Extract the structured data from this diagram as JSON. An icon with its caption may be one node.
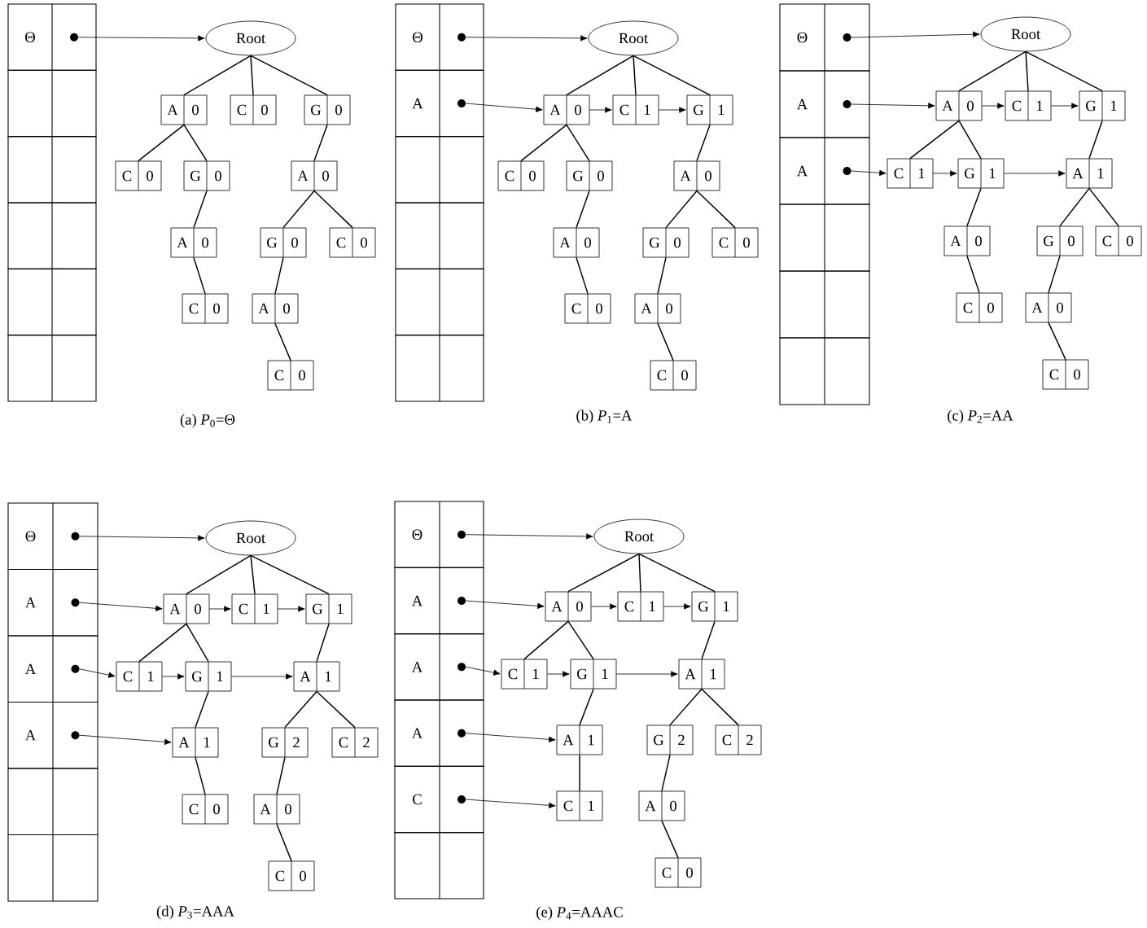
{
  "diagram": {
    "nodes": [
      {
        "text": [
          "Θ"
        ]
      },
      {
        "text": [],
        "shape": "box"
      },
      {
        "text": [],
        "shape": "box"
      },
      {
        "text": [],
        "shape": "box"
      },
      {
        "text": [],
        "shape": "box"
      },
      {
        "text": [],
        "shape": "box"
      },
      {
        "text": [
          "Root"
        ]
      },
      {
        "text": [
          "A",
          "0"
        ]
      },
      {
        "text": [
          "C",
          "0"
        ]
      },
      {
        "text": [
          "G",
          "0"
        ]
      },
      {
        "text": [
          "C",
          "0"
        ]
      },
      {
        "text": [
          "G",
          "0"
        ]
      },
      {
        "text": [
          "A",
          "0"
        ]
      },
      {
        "text": [
          "A",
          "0"
        ]
      },
      {
        "text": [
          "G",
          "0"
        ]
      },
      {
        "text": [
          "C",
          "0"
        ]
      },
      {
        "text": [
          "C",
          "0"
        ]
      },
      {
        "text": [
          "A",
          "0"
        ]
      },
      {
        "text": [
          "C",
          "0"
        ]
      },
      {
        "text": [
          "Θ"
        ]
      },
      {
        "text": [
          "A"
        ]
      },
      {
        "text": [],
        "shape": "box"
      },
      {
        "text": [],
        "shape": "box"
      },
      {
        "text": [],
        "shape": "box"
      },
      {
        "text": [],
        "shape": "box"
      },
      {
        "text": [
          "Root"
        ]
      },
      {
        "text": [
          "A",
          "0"
        ]
      },
      {
        "text": [
          "C",
          "1"
        ]
      },
      {
        "text": [
          "G",
          "1"
        ]
      },
      {
        "text": [
          "C",
          "0"
        ]
      },
      {
        "text": [
          "G",
          "0"
        ]
      },
      {
        "text": [
          "A",
          "0"
        ]
      },
      {
        "text": [
          "A",
          "0"
        ]
      },
      {
        "text": [
          "G",
          "0"
        ]
      },
      {
        "text": [
          "C",
          "0"
        ]
      },
      {
        "text": [
          "C",
          "0"
        ]
      },
      {
        "text": [
          "A",
          "0"
        ]
      },
      {
        "text": [
          "C",
          "0"
        ]
      },
      {
        "text": [
          "Θ"
        ]
      },
      {
        "text": [
          "A"
        ]
      },
      {
        "text": [
          "A"
        ]
      },
      {
        "text": [],
        "shape": "box"
      },
      {
        "text": [],
        "shape": "box"
      },
      {
        "text": [],
        "shape": "box"
      },
      {
        "text": [
          "Root"
        ]
      },
      {
        "text": [
          "A",
          "0"
        ]
      },
      {
        "text": [
          "C",
          "1"
        ]
      },
      {
        "text": [
          "G",
          "1"
        ]
      },
      {
        "text": [
          "C",
          "1"
        ]
      },
      {
        "text": [
          "G",
          "1"
        ]
      },
      {
        "text": [
          "A",
          "1"
        ]
      },
      {
        "text": [
          "A",
          "0"
        ]
      },
      {
        "text": [
          "G",
          "0"
        ]
      },
      {
        "text": [
          "C",
          "0"
        ]
      },
      {
        "text": [
          "C",
          "0"
        ]
      },
      {
        "text": [
          "A",
          "0"
        ]
      },
      {
        "text": [
          "C",
          "0"
        ]
      },
      {
        "text": [
          "Θ"
        ]
      },
      {
        "text": [
          "A"
        ]
      },
      {
        "text": [
          "A"
        ]
      },
      {
        "text": [
          "A"
        ]
      },
      {
        "text": [],
        "shape": "box"
      },
      {
        "text": [],
        "shape": "box"
      },
      {
        "text": [
          "Root"
        ]
      },
      {
        "text": [
          "A",
          "0"
        ]
      },
      {
        "text": [
          "C",
          "1"
        ]
      },
      {
        "text": [
          "G",
          "1"
        ]
      },
      {
        "text": [
          "C",
          "1"
        ]
      },
      {
        "text": [
          "G",
          "1"
        ]
      },
      {
        "text": [
          "A",
          "1"
        ]
      },
      {
        "text": [
          "A",
          "1"
        ]
      },
      {
        "text": [
          "G",
          "2"
        ]
      },
      {
        "text": [
          "C",
          "2"
        ]
      },
      {
        "text": [
          "C",
          "0"
        ]
      },
      {
        "text": [
          "A",
          "0"
        ]
      },
      {
        "text": [
          "C",
          "0"
        ]
      },
      {
        "text": [
          "Θ"
        ]
      },
      {
        "text": [
          "A"
        ]
      },
      {
        "text": [
          "A"
        ]
      },
      {
        "text": [
          "A"
        ]
      },
      {
        "text": [
          "C"
        ]
      },
      {
        "text": [],
        "shape": "box"
      },
      {
        "text": [
          "Root"
        ]
      },
      {
        "text": [
          "A",
          "0"
        ]
      },
      {
        "text": [
          "C",
          "1"
        ]
      },
      {
        "text": [
          "G",
          "1"
        ]
      },
      {
        "text": [
          "C",
          "1"
        ]
      },
      {
        "text": [
          "G",
          "1"
        ]
      },
      {
        "text": [
          "A",
          "1"
        ]
      },
      {
        "text": [
          "A",
          "1"
        ]
      },
      {
        "text": [
          "G",
          "2"
        ]
      },
      {
        "text": [
          "C",
          "2"
        ]
      },
      {
        "text": [
          "C",
          "1"
        ]
      },
      {
        "text": [
          "A",
          "0"
        ]
      },
      {
        "text": [
          "C",
          "0"
        ]
      },
      {
        "text": [],
        "shape": "circle",
        "in": 0
      },
      {
        "text": [],
        "shape": "circle",
        "in": 19
      },
      {
        "text": [],
        "shape": "circle",
        "in": 20
      },
      {
        "text": [],
        "shape": "circle",
        "in": 38
      },
      {
        "text": [],
        "shape": "circle",
        "in": 39
      },
      {
        "text": [],
        "shape": "circle",
        "in": 40
      },
      {
        "text": [],
        "shape": "circle",
        "in": 57
      },
      {
        "text": [],
        "shape": "circle",
        "in": 58
      },
      {
        "text": [],
        "shape": "circle",
        "in": 59
      },
      {
        "text": [],
        "shape": "circle",
        "in": 60
      },
      {
        "text": [],
        "shape": "circle",
        "in": 76
      },
      {
        "text": [],
        "shape": "circle",
        "in": 77
      },
      {
        "text": [],
        "shape": "circle",
        "in": 78
      },
      {
        "text": [],
        "shape": "circle",
        "in": 79
      },
      {
        "text": [],
        "shape": "circle",
        "in": 80
      }
    ],
    "edges": [
      {
        "from": 95,
        "to": 6,
        "arrow": "to"
      },
      {
        "from": 6,
        "to": 7,
        "arrow": "none"
      },
      {
        "from": 6,
        "to": 8,
        "arrow": "none"
      },
      {
        "from": 6,
        "to": 9,
        "arrow": "none"
      },
      {
        "from": 7,
        "to": 10,
        "arrow": "none"
      },
      {
        "from": 7,
        "to": 11,
        "arrow": "none"
      },
      {
        "from": 9,
        "to": 12,
        "arrow": "none"
      },
      {
        "from": 11,
        "to": 13,
        "arrow": "none"
      },
      {
        "from": 12,
        "to": 14,
        "arrow": "none"
      },
      {
        "from": 12,
        "to": 15,
        "arrow": "none"
      },
      {
        "from": 13,
        "to": 16,
        "arrow": "none"
      },
      {
        "from": 14,
        "to": 17,
        "arrow": "none"
      },
      {
        "from": 17,
        "to": 18,
        "arrow": "none"
      },
      {
        "from": 96,
        "to": 25,
        "arrow": "to"
      },
      {
        "from": 97,
        "to": 26,
        "arrow": "to"
      },
      {
        "from": 26,
        "to": 27,
        "arrow": "to"
      },
      {
        "from": 27,
        "to": 28,
        "arrow": "to"
      },
      {
        "from": 25,
        "to": 26,
        "arrow": "none"
      },
      {
        "from": 25,
        "to": 27,
        "arrow": "none"
      },
      {
        "from": 25,
        "to": 28,
        "arrow": "none"
      },
      {
        "from": 26,
        "to": 29,
        "arrow": "none"
      },
      {
        "from": 26,
        "to": 30,
        "arrow": "none"
      },
      {
        "from": 28,
        "to": 31,
        "arrow": "none"
      },
      {
        "from": 30,
        "to": 32,
        "arrow": "none"
      },
      {
        "from": 31,
        "to": 33,
        "arrow": "none"
      },
      {
        "from": 31,
        "to": 34,
        "arrow": "none"
      },
      {
        "from": 32,
        "to": 35,
        "arrow": "none"
      },
      {
        "from": 33,
        "to": 36,
        "arrow": "none"
      },
      {
        "from": 36,
        "to": 37,
        "arrow": "none"
      },
      {
        "from": 98,
        "to": 44,
        "arrow": "to"
      },
      {
        "from": 99,
        "to": 45,
        "arrow": "to"
      },
      {
        "from": 100,
        "to": 48,
        "arrow": "to"
      },
      {
        "from": 45,
        "to": 46,
        "arrow": "to"
      },
      {
        "from": 46,
        "to": 47,
        "arrow": "to"
      },
      {
        "from": 48,
        "to": 49,
        "arrow": "to"
      },
      {
        "from": 49,
        "to": 50,
        "arrow": "to"
      },
      {
        "from": 44,
        "to": 45,
        "arrow": "none"
      },
      {
        "from": 44,
        "to": 46,
        "arrow": "none"
      },
      {
        "from": 44,
        "to": 47,
        "arrow": "none"
      },
      {
        "from": 45,
        "to": 48,
        "arrow": "none"
      },
      {
        "from": 45,
        "to": 49,
        "arrow": "none"
      },
      {
        "from": 47,
        "to": 50,
        "arrow": "none"
      },
      {
        "from": 49,
        "to": 51,
        "arrow": "none"
      },
      {
        "from": 50,
        "to": 52,
        "arrow": "none"
      },
      {
        "from": 50,
        "to": 53,
        "arrow": "none"
      },
      {
        "from": 51,
        "to": 54,
        "arrow": "none"
      },
      {
        "from": 52,
        "to": 55,
        "arrow": "none"
      },
      {
        "from": 55,
        "to": 56,
        "arrow": "none"
      },
      {
        "from": 101,
        "to": 63,
        "arrow": "to"
      },
      {
        "from": 102,
        "to": 64,
        "arrow": "to"
      },
      {
        "from": 103,
        "to": 67,
        "arrow": "to"
      },
      {
        "from": 104,
        "to": 70,
        "arrow": "to"
      },
      {
        "from": 64,
        "to": 65,
        "arrow": "to"
      },
      {
        "from": 65,
        "to": 66,
        "arrow": "to"
      },
      {
        "from": 67,
        "to": 68,
        "arrow": "to"
      },
      {
        "from": 68,
        "to": 69,
        "arrow": "to"
      },
      {
        "from": 63,
        "to": 64,
        "arrow": "none"
      },
      {
        "from": 63,
        "to": 65,
        "arrow": "none"
      },
      {
        "from": 63,
        "to": 66,
        "arrow": "none"
      },
      {
        "from": 64,
        "to": 67,
        "arrow": "none"
      },
      {
        "from": 64,
        "to": 68,
        "arrow": "none"
      },
      {
        "from": 66,
        "to": 69,
        "arrow": "none"
      },
      {
        "from": 68,
        "to": 70,
        "arrow": "none"
      },
      {
        "from": 69,
        "to": 71,
        "arrow": "none"
      },
      {
        "from": 69,
        "to": 72,
        "arrow": "none"
      },
      {
        "from": 70,
        "to": 73,
        "arrow": "none"
      },
      {
        "from": 71,
        "to": 74,
        "arrow": "none"
      },
      {
        "from": 74,
        "to": 75,
        "arrow": "none"
      },
      {
        "from": 105,
        "to": 82,
        "arrow": "to"
      },
      {
        "from": 106,
        "to": 83,
        "arrow": "to"
      },
      {
        "from": 107,
        "to": 86,
        "arrow": "to"
      },
      {
        "from": 108,
        "to": 89,
        "arrow": "to"
      },
      {
        "from": 109,
        "to": 92,
        "arrow": "to"
      },
      {
        "from": 83,
        "to": 84,
        "arrow": "to"
      },
      {
        "from": 84,
        "to": 85,
        "arrow": "to"
      },
      {
        "from": 86,
        "to": 87,
        "arrow": "to"
      },
      {
        "from": 87,
        "to": 88,
        "arrow": "to"
      },
      {
        "from": 82,
        "to": 83,
        "arrow": "none"
      },
      {
        "from": 82,
        "to": 84,
        "arrow": "none"
      },
      {
        "from": 82,
        "to": 85,
        "arrow": "none"
      },
      {
        "from": 83,
        "to": 86,
        "arrow": "none"
      },
      {
        "from": 83,
        "to": 87,
        "arrow": "none"
      },
      {
        "from": 85,
        "to": 88,
        "arrow": "none"
      },
      {
        "from": 87,
        "to": 89,
        "arrow": "none"
      },
      {
        "from": 88,
        "to": 90,
        "arrow": "none"
      },
      {
        "from": 88,
        "to": 91,
        "arrow": "none"
      },
      {
        "from": 89,
        "to": 92,
        "arrow": "none"
      },
      {
        "from": 90,
        "to": 93,
        "arrow": "none"
      },
      {
        "from": 93,
        "to": 94,
        "arrow": "none"
      }
    ],
    "labels": [
      "(a) *P*$_{0}$=Θ",
      "(b) *P*$_{1}$=A",
      "(c) *P*$_{2}$=AA",
      "(d) *P*$_{3}$=AAA",
      "(e) *P*$_{4}$=AAAC"
    ]
  }
}
